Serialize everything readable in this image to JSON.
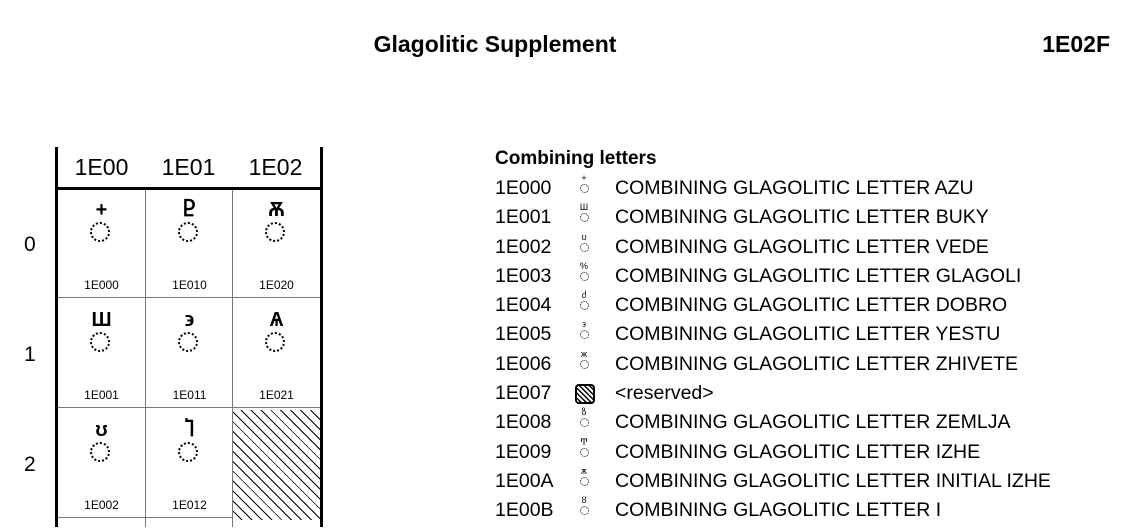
{
  "header": {
    "title": "Glagolitic Supplement",
    "range": "1E02F"
  },
  "grid": {
    "columns": [
      "1E00",
      "1E01",
      "1E02"
    ],
    "rows": [
      "0",
      "1",
      "2"
    ],
    "cells": [
      {
        "code": "1E000",
        "glyph": "+"
      },
      {
        "code": "1E010",
        "glyph": "Ⴒ"
      },
      {
        "code": "1E020",
        "glyph": "Ѫ"
      },
      {
        "code": "1E001",
        "glyph": "Ш"
      },
      {
        "code": "1E011",
        "glyph": "϶"
      },
      {
        "code": "1E021",
        "glyph": "Ѧ"
      },
      {
        "code": "1E002",
        "glyph": "ʊ"
      },
      {
        "code": "1E012",
        "glyph": "Ⴈ"
      },
      {
        "code": "",
        "glyph": "",
        "reserved": true
      }
    ]
  },
  "list": {
    "heading": "Combining letters",
    "items": [
      {
        "code": "1E000",
        "glyph": "+",
        "name": "COMBINING GLAGOLITIC LETTER AZU"
      },
      {
        "code": "1E001",
        "glyph": "Ш",
        "name": "COMBINING GLAGOLITIC LETTER BUKY"
      },
      {
        "code": "1E002",
        "glyph": "ʊ",
        "name": "COMBINING GLAGOLITIC LETTER VEDE"
      },
      {
        "code": "1E003",
        "glyph": "%",
        "name": "COMBINING GLAGOLITIC LETTER GLAGOLI"
      },
      {
        "code": "1E004",
        "glyph": "ძ",
        "name": "COMBINING GLAGOLITIC LETTER DOBRO"
      },
      {
        "code": "1E005",
        "glyph": "϶",
        "name": "COMBINING GLAGOLITIC LETTER YESTU"
      },
      {
        "code": "1E006",
        "glyph": "ж",
        "name": "COMBINING GLAGOLITIC LETTER ZHIVETE"
      },
      {
        "code": "1E007",
        "glyph": "",
        "name": "<reserved>",
        "reserved": true
      },
      {
        "code": "1E008",
        "glyph": "ზ",
        "name": "COMBINING GLAGOLITIC LETTER ZEMLJA"
      },
      {
        "code": "1E009",
        "glyph": "Ͳ",
        "name": "COMBINING GLAGOLITIC LETTER IZHE"
      },
      {
        "code": "1E00A",
        "glyph": "ѫ",
        "name": "COMBINING GLAGOLITIC LETTER INITIAL IZHE"
      },
      {
        "code": "1E00B",
        "glyph": "ȣ",
        "name": "COMBINING GLAGOLITIC LETTER I"
      }
    ]
  }
}
